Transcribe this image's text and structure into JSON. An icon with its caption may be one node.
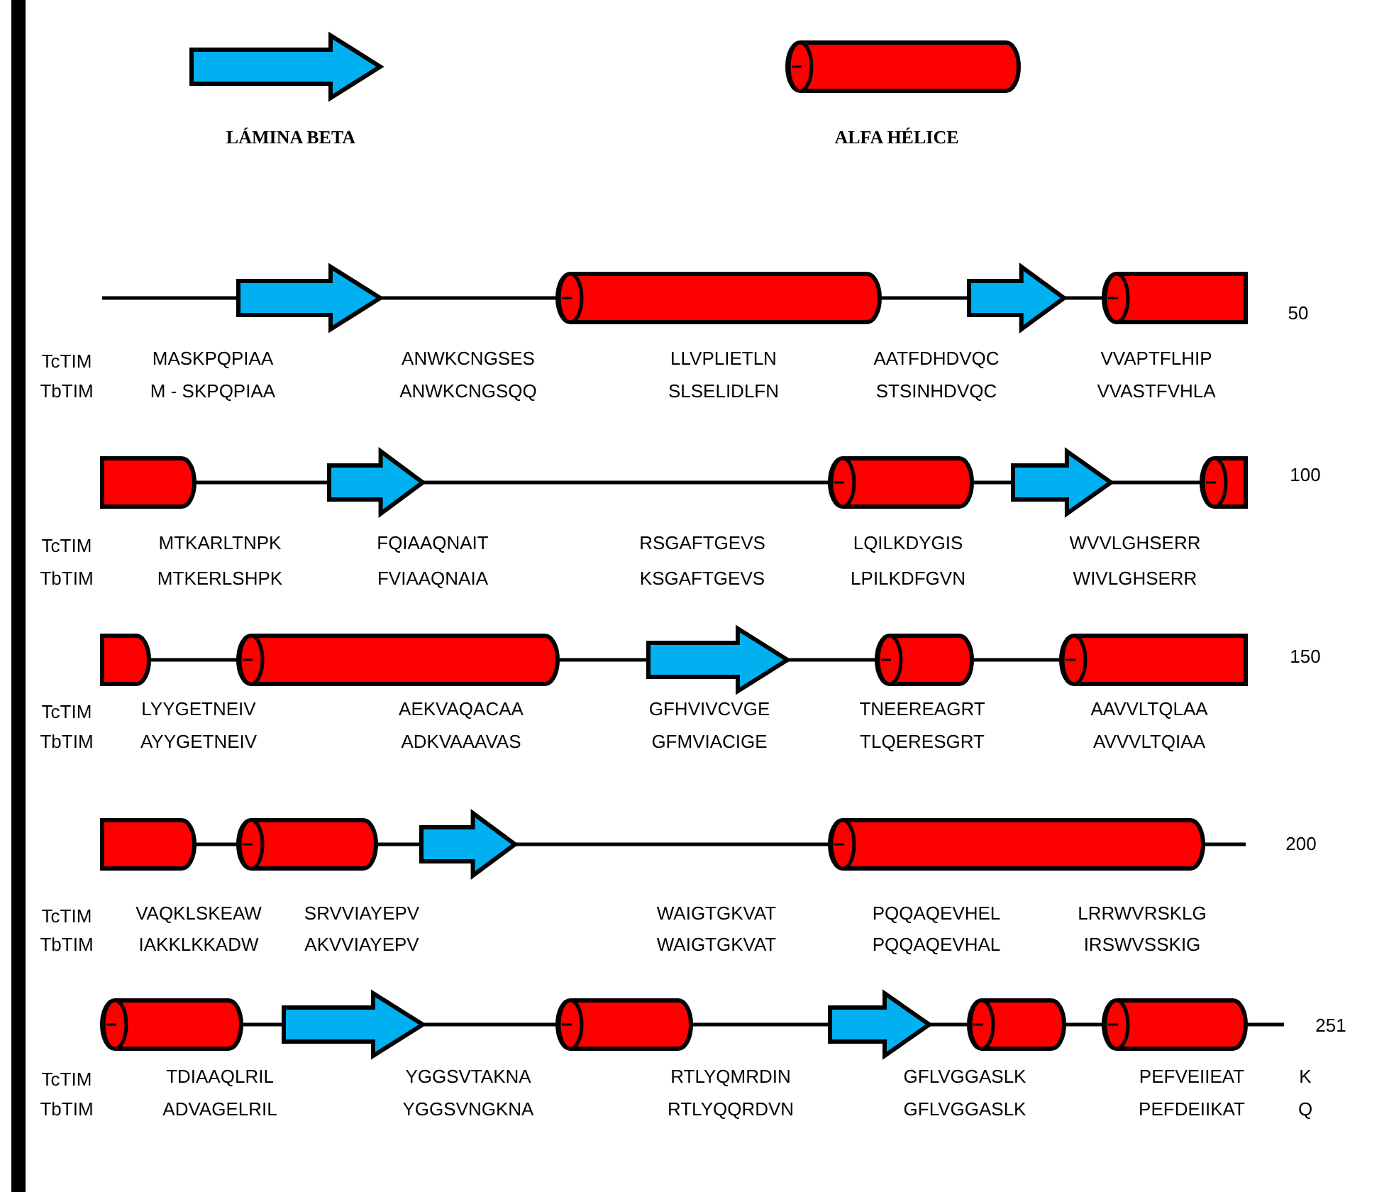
{
  "diagram": {
    "labels": [
      "50",
      "TcTIM",
      "MASKPQPIAA",
      "ANWKCNGSES",
      "LLVPLIETLN",
      "AATFDHDVQC",
      "VVAPTFLHIP",
      "TbTIM",
      "M - SKPQPIAA",
      "ANWKCNGSQQ",
      "SLSELIDLFN",
      "STSINHDVQC",
      "VVASTFVHLA",
      "100",
      "TcTIM",
      "MTKARLTNPK",
      "FQIAAQNAIT",
      "RSGAFTGEVS",
      "LQILKDYGIS",
      "WVVLGHSERR",
      "TbTIM",
      "MTKERLSHPK",
      "FVIAAQNAIA",
      "KSGAFTGEVS",
      "LPILKDFGVN",
      "WIVLGHSERR",
      "150",
      "TcTIM",
      "LYYGETNEIV",
      "AEKVAQACAA",
      "GFHVIVCVGE",
      "TNEEREAGRT",
      "AAVVLTQLAA",
      "TbTIM",
      "AYYGETNEIV",
      "ADKVAAAVAS",
      "GFMVIACIGE",
      "TLQERESGRT",
      "AVVVLTQIAA",
      "200",
      "TcTIM",
      "VAQKLSKEAW",
      "SRVVIAYEPV",
      "WAIGTGKVAT",
      "PQQAQEVHEL",
      "LRRWVRSKLG",
      "TbTIM",
      "IAKKLKKADW",
      "AKVVIAYEPV",
      "WAIGTGKVAT",
      "PQQAQEVHAL",
      "IRSWVSSKIG",
      "251",
      "TcTIM",
      "TDIAAQLRIL",
      "YGGSVTAKNA",
      "RTLYQMRDIN",
      "GFLVGGASLK",
      "PEFVEIIEAT",
      "K",
      "TbTIM",
      "ADVAGELRIL",
      "YGGSVNGKNA",
      "RTLYQQRDVN",
      "GFLVGGASLK",
      "PEFDEIIKAT",
      "Q"
    ],
    "legend": [
      {
        "text": "LÁMINA BETA"
      },
      {
        "text": "ALFA HÉLICE"
      }
    ]
  }
}
